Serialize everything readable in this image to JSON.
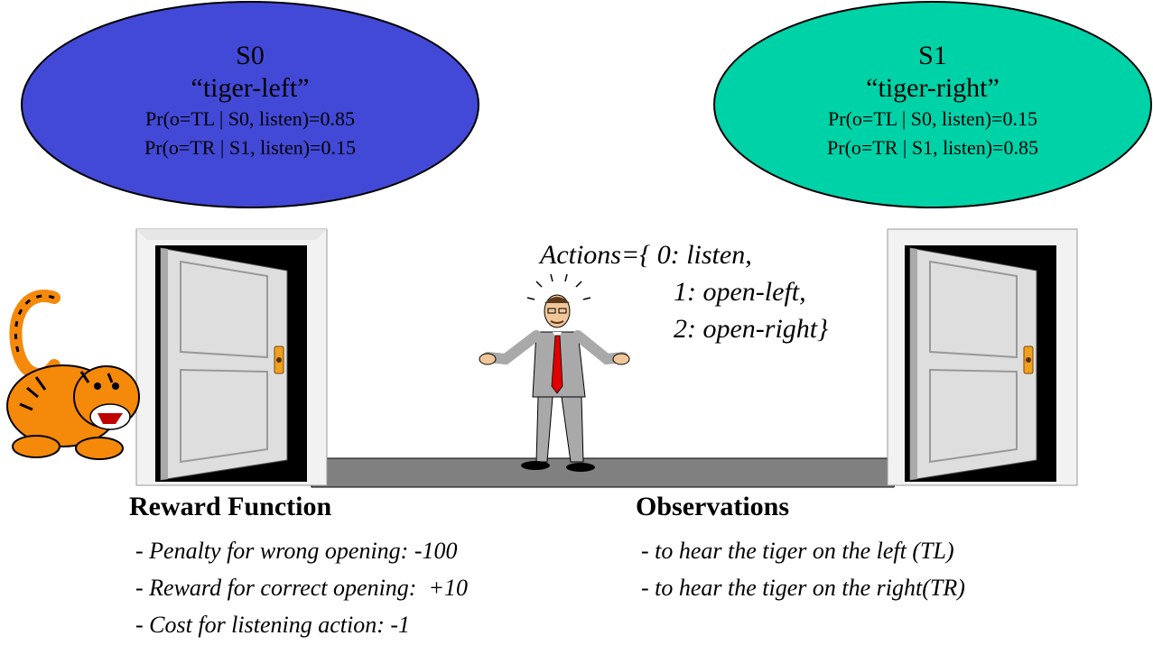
{
  "states": [
    {
      "id": "S0",
      "label": "“tiger-left”",
      "probs": [
        "Pr(o=TL | S0, listen)=0.85",
        "Pr(o=TR | S1, listen)=0.15"
      ],
      "color": "#4249d6"
    },
    {
      "id": "S1",
      "label": "“tiger-right”",
      "probs": [
        "Pr(o=TL | S0, listen)=0.15",
        "Pr(o=TR | S1, listen)=0.85"
      ],
      "color": "#00d2a8"
    }
  ],
  "actions": {
    "line1": "Actions={ 0: listen,",
    "line2": "1: open-left,",
    "line3": "2: open-right}"
  },
  "reward": {
    "title": "Reward Function",
    "items": [
      "- Penalty for wrong opening: -100",
      "- Reward for correct opening:  +10",
      "- Cost for listening action: -1"
    ]
  },
  "observations": {
    "title": "Observations",
    "items": [
      "- to hear the tiger on the left (TL)",
      "- to hear the tiger on the right(TR)"
    ]
  },
  "colors": {
    "door": "#dcdcdc",
    "door_frame": "#f0f0f0",
    "floor": "#808080",
    "tiger": "#f5890a",
    "tie": "#e00000",
    "suit": "#a9a9a9"
  },
  "icons": [
    "tiger-icon",
    "door-icon",
    "man-icon"
  ]
}
